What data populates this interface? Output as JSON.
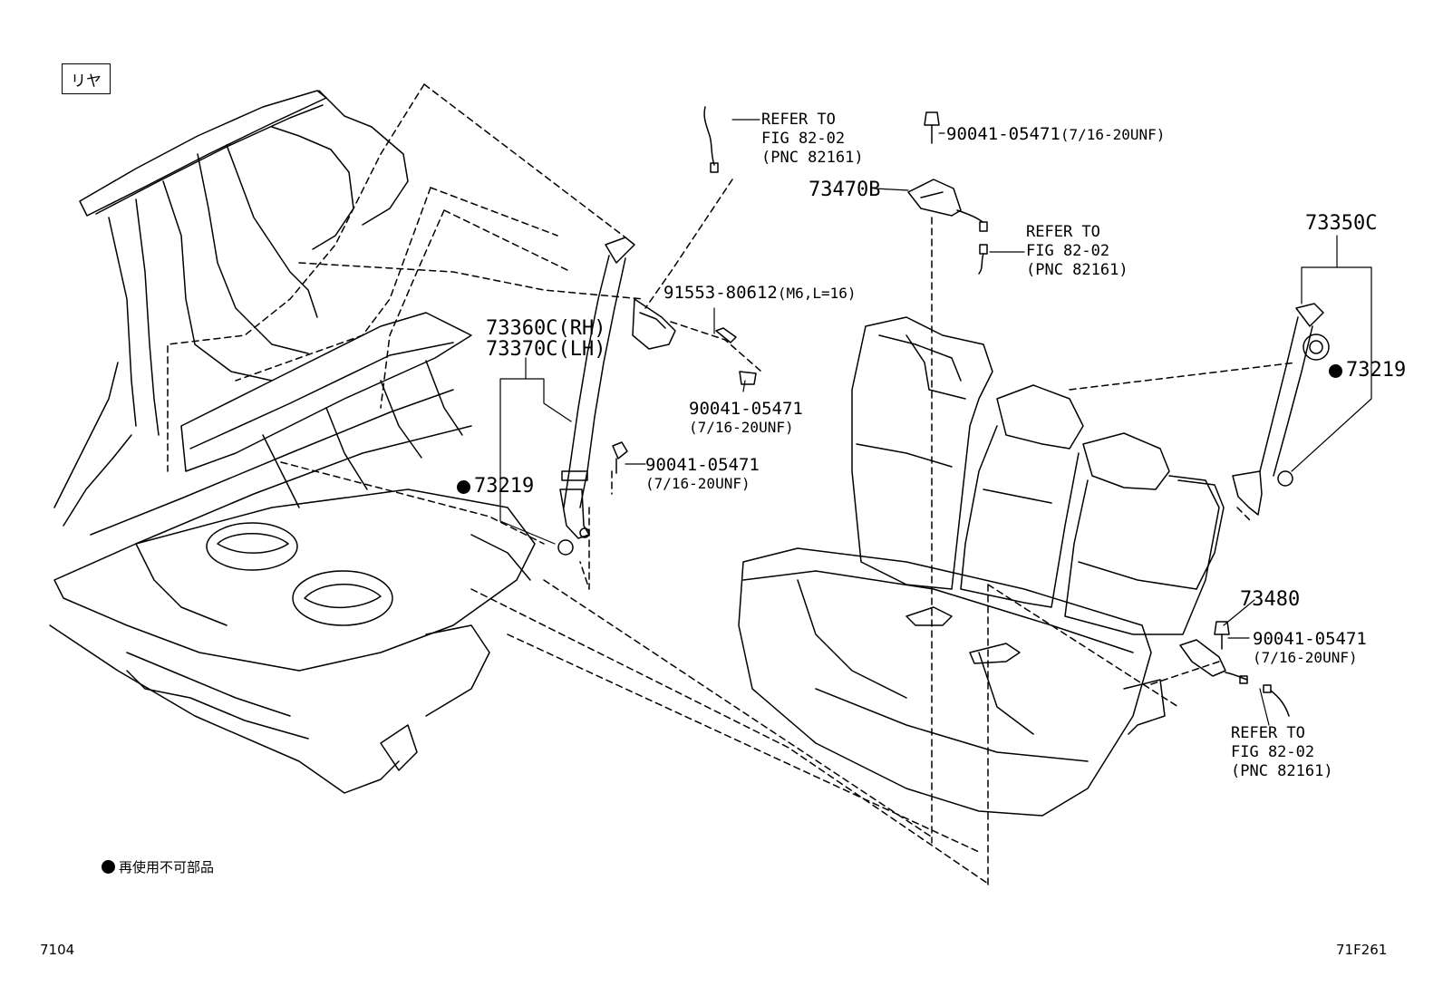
{
  "tag": "リヤ",
  "legend": "再使用不可部品",
  "figure_left": "7104",
  "figure_right": "71F261",
  "refer": {
    "line1": "REFER TO",
    "line2": "FIG 82-02",
    "line3": "(PNC 82161)"
  },
  "parts": {
    "p73360": "73360C(RH)",
    "p73370": "73370C(LH)",
    "p73219": "73219",
    "p91553": "91553-80612",
    "p91553_spec": "(M6,L=16)",
    "p90041": "90041-05471",
    "p90041_spec": "(7/16-20UNF)",
    "p73470": "73470B",
    "p73350": "73350C",
    "p73480": "73480"
  },
  "colors": {
    "line": "#000000",
    "background": "#ffffff"
  }
}
